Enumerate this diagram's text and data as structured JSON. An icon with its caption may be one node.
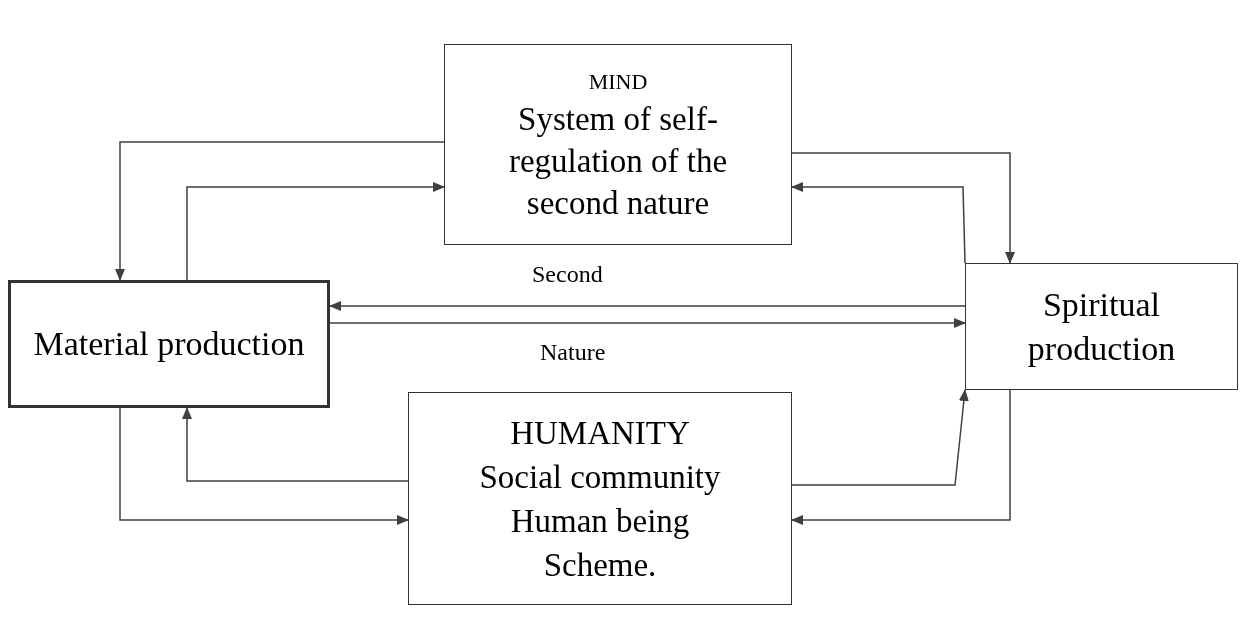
{
  "diagram": {
    "nodes": [
      {
        "text": [
          "MIND",
          "System of self-regulation of the second nature"
        ]
      },
      {
        "text": [
          "Material production"
        ]
      },
      {
        "text": [
          "Spiritual production"
        ]
      },
      {
        "text": [
          "HUMANITY",
          "Social community",
          "Human being",
          "Scheme."
        ]
      }
    ],
    "edges": [
      {
        "from": 0,
        "to": 1,
        "arrow": "to"
      },
      {
        "from": 1,
        "to": 0,
        "arrow": "to"
      },
      {
        "from": 0,
        "to": 2,
        "arrow": "to"
      },
      {
        "from": 2,
        "to": 0,
        "arrow": "to"
      },
      {
        "from": 2,
        "to": 1,
        "arrow": "to"
      },
      {
        "from": 1,
        "to": 2,
        "arrow": "to"
      },
      {
        "from": 3,
        "to": 1,
        "arrow": "to"
      },
      {
        "from": 1,
        "to": 3,
        "arrow": "to"
      },
      {
        "from": 3,
        "to": 2,
        "arrow": "to"
      },
      {
        "from": 2,
        "to": 3,
        "arrow": "to"
      }
    ],
    "labels": [
      "Second",
      "Nature"
    ]
  }
}
